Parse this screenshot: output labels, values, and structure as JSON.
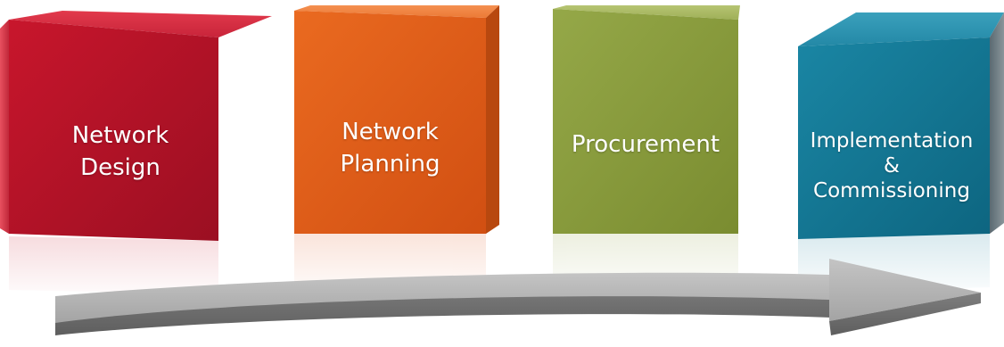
{
  "steps": [
    {
      "lines": [
        "Network",
        "Design"
      ],
      "color": "#b0142a"
    },
    {
      "lines": [
        "Network",
        "Planning"
      ],
      "color": "#e0561e"
    },
    {
      "lines": [
        "Procurement"
      ],
      "color": "#8c9e3c"
    },
    {
      "lines": [
        "Implementation",
        "&",
        "Commissioning"
      ],
      "color": "#147a97"
    }
  ],
  "arrow_color": "#9a9a9a"
}
